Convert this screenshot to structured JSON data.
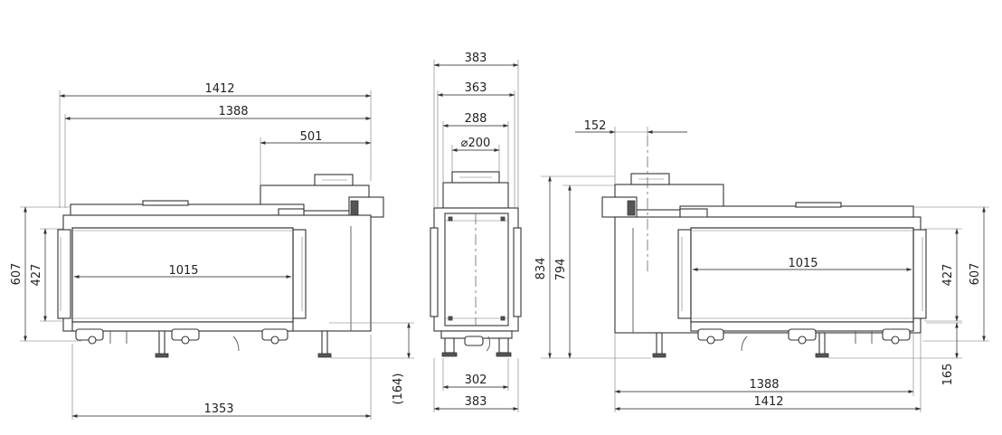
{
  "front_view": {
    "width_outer": "1412",
    "width_inner": "1388",
    "flue_offset": "501",
    "glass_width": "1015",
    "base_width": "1353",
    "total_height": "607",
    "glass_height": "427",
    "foot_height": "(164)"
  },
  "side_view": {
    "depth_outer": "383",
    "depth_inner": "363",
    "collar_width": "288",
    "flue_diameter": "⌀200",
    "total_height": "834",
    "body_height": "794",
    "foot_span": "302",
    "base_depth": "383"
  },
  "rear_view": {
    "flue_offset": "152",
    "total_height": "607",
    "glass_height": "427",
    "foot_height": "165",
    "glass_width": "1015",
    "width_inner": "1388",
    "width_outer": "1412"
  }
}
